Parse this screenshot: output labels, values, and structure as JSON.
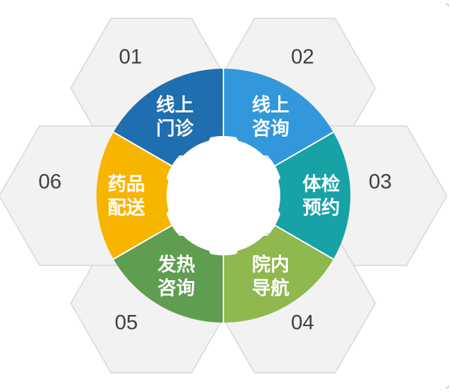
{
  "colors": {
    "hex_fill": "#f2f2f2",
    "hex_stroke": "#d6d6d6",
    "number": "#404040",
    "label": "#ffffff"
  },
  "segments": [
    {
      "number": "01",
      "line1": "线上",
      "line2": "门诊",
      "color": "#1f6fb0"
    },
    {
      "number": "02",
      "line1": "线上",
      "line2": "咨询",
      "color": "#3398db"
    },
    {
      "number": "03",
      "line1": "体检",
      "line2": "预约",
      "color": "#17a2a6"
    },
    {
      "number": "04",
      "line1": "院内",
      "line2": "导航",
      "color": "#8fb84f"
    },
    {
      "number": "05",
      "line1": "发热",
      "line2": "咨询",
      "color": "#5f9e50"
    },
    {
      "number": "06",
      "line1": "药品",
      "line2": "配送",
      "color": "#f7b500"
    }
  ]
}
